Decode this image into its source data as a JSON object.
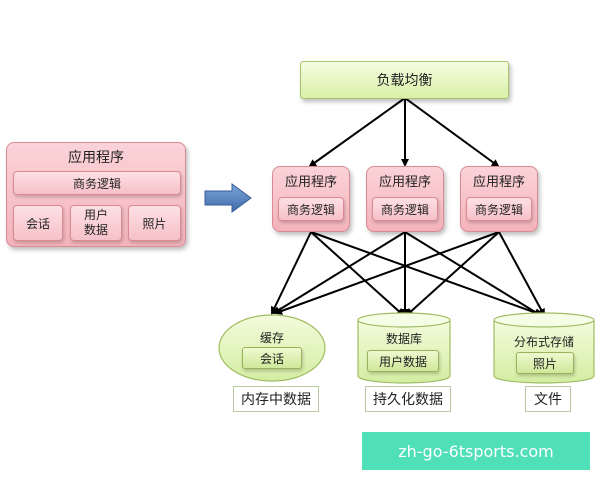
{
  "left_app": {
    "title": "应用程序",
    "business_logic": "商务逻辑",
    "session": "会话",
    "user_data_line1": "用户",
    "user_data_line2": "数据",
    "photo": "照片"
  },
  "load_balancer": {
    "label": "负载均衡"
  },
  "app_servers": [
    {
      "title": "应用程序",
      "logic": "商务逻辑"
    },
    {
      "title": "应用程序",
      "logic": "商务逻辑"
    },
    {
      "title": "应用程序",
      "logic": "商务逻辑"
    }
  ],
  "storage": {
    "cache": {
      "title": "缓存",
      "item": "会话",
      "caption": "内存中数据"
    },
    "database": {
      "title": "数据库",
      "item": "用户数据",
      "caption": "持久化数据"
    },
    "distributed": {
      "title": "分布式存储",
      "item": "照片",
      "caption": "文件"
    }
  },
  "watermark": {
    "text": "zh-go-6tsports.com"
  },
  "colors": {
    "pink": "#f6c1c8",
    "green": "#d9f0a8",
    "arrow_blue": "#4f7fc0",
    "watermark": "#4fe0b8"
  }
}
